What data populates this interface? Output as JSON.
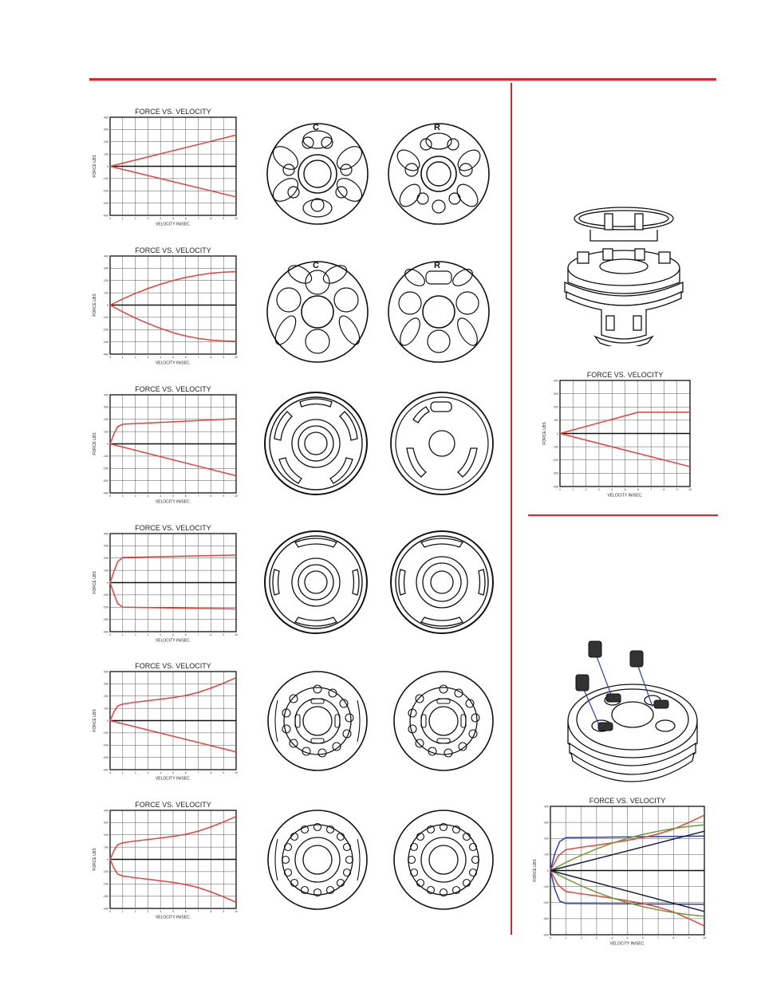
{
  "colors": {
    "accent": "#d8262d",
    "line": "#111111",
    "curve_red": "#e0443e",
    "curve_blue": "#2e3fb0",
    "curve_green": "#6f9a36",
    "curve_dark": "#1a1a3a"
  },
  "chart_data": [
    {
      "type": "line",
      "title": "FORCE  VS.  VELOCITY",
      "xlabel": "VELOCITY   IN/SEC.",
      "ylabel": "FORCE  LBS",
      "xlim": [
        0,
        10
      ],
      "ylim": [
        -400,
        400
      ],
      "xticks": [
        "0",
        "1",
        "2",
        "3",
        "4",
        "5",
        "6",
        "7",
        "8",
        "9",
        "10"
      ],
      "yticks": [
        "400",
        "300",
        "200",
        "100",
        "0",
        "-100",
        "-200",
        "-300",
        "-400"
      ],
      "grid": true,
      "series": [
        {
          "values_x": [
            0,
            10
          ],
          "values_y": [
            0,
            255
          ],
          "color": "red"
        },
        {
          "values_x": [
            0,
            10
          ],
          "values_y": [
            0,
            -250
          ],
          "color": "red"
        }
      ]
    },
    {
      "type": "line",
      "title": "FORCE  VS.  VELOCITY",
      "xlabel": "VELOCITY   IN/SEC.",
      "ylabel": "FORCE  LBS",
      "xlim": [
        0,
        10
      ],
      "ylim": [
        -400,
        400
      ],
      "xticks": [
        "0",
        "1",
        "2",
        "3",
        "4",
        "5",
        "6",
        "7",
        "8",
        "9",
        "10"
      ],
      "yticks": [
        "400",
        "300",
        "200",
        "100",
        "0",
        "-100",
        "-200",
        "-300",
        "-400"
      ],
      "grid": true,
      "series": [
        {
          "values_x": [
            0,
            1,
            2,
            3,
            4,
            5,
            6,
            7,
            8,
            9,
            10
          ],
          "values_y": [
            0,
            50,
            95,
            135,
            170,
            200,
            225,
            245,
            260,
            268,
            272
          ],
          "color": "red"
        },
        {
          "values_x": [
            0,
            1,
            2,
            3,
            4,
            5,
            6,
            7,
            8,
            9,
            10
          ],
          "values_y": [
            0,
            -55,
            -105,
            -150,
            -190,
            -225,
            -252,
            -272,
            -285,
            -292,
            -295
          ],
          "color": "red"
        }
      ]
    },
    {
      "type": "line",
      "title": "FORCE  VS.  VELOCITY",
      "xlabel": "VELOCITY   IN/SEC.",
      "ylabel": "FORCE  LBS",
      "xlim": [
        0,
        10
      ],
      "ylim": [
        -400,
        400
      ],
      "xticks": [
        "0",
        "1",
        "2",
        "3",
        "4",
        "5",
        "6",
        "7",
        "8",
        "9",
        "10"
      ],
      "yticks": [
        "400",
        "300",
        "200",
        "100",
        "0",
        "-100",
        "-200",
        "-300",
        "-400"
      ],
      "grid": true,
      "series": [
        {
          "values_x": [
            0,
            0.3,
            0.6,
            1,
            10
          ],
          "values_y": [
            0,
            80,
            140,
            160,
            205
          ],
          "color": "red"
        },
        {
          "values_x": [
            0,
            10
          ],
          "values_y": [
            0,
            -260
          ],
          "color": "red"
        }
      ]
    },
    {
      "type": "line",
      "title": "FORCE  VS.  VELOCITY",
      "xlabel": "VELOCITY   IN/SEC.",
      "ylabel": "FORCE  LBS",
      "xlim": [
        0,
        10
      ],
      "ylim": [
        -400,
        400
      ],
      "xticks": [
        "0",
        "1",
        "2",
        "3",
        "4",
        "5",
        "6",
        "7",
        "8",
        "9",
        "10"
      ],
      "yticks": [
        "400",
        "300",
        "200",
        "100",
        "0",
        "-100",
        "-200",
        "-300",
        "-400"
      ],
      "grid": true,
      "series": [
        {
          "values_x": [
            0,
            0.3,
            0.6,
            1,
            10
          ],
          "values_y": [
            0,
            90,
            170,
            205,
            225
          ],
          "color": "red"
        },
        {
          "values_x": [
            0,
            0.3,
            0.6,
            1,
            10
          ],
          "values_y": [
            0,
            -90,
            -170,
            -200,
            -215
          ],
          "color": "red"
        }
      ]
    },
    {
      "type": "line",
      "title": "FORCE  VS.  VELOCITY",
      "xlabel": "VELOCITY   IN/SEC.",
      "ylabel": "FORCE  LBS",
      "xlim": [
        0,
        10
      ],
      "ylim": [
        -400,
        400
      ],
      "xticks": [
        "0",
        "1",
        "2",
        "3",
        "4",
        "5",
        "6",
        "7",
        "8",
        "9",
        "10"
      ],
      "yticks": [
        "400",
        "300",
        "200",
        "100",
        "0",
        "-100",
        "-200",
        "-300",
        "-400"
      ],
      "grid": true,
      "series": [
        {
          "values_x": [
            0,
            0.3,
            0.6,
            1,
            2,
            3,
            4,
            5,
            6,
            7,
            8,
            9,
            10
          ],
          "values_y": [
            0,
            70,
            120,
            135,
            150,
            162,
            175,
            188,
            205,
            230,
            265,
            305,
            350
          ],
          "color": "red"
        },
        {
          "values_x": [
            0,
            10
          ],
          "values_y": [
            0,
            -255
          ],
          "color": "red"
        }
      ]
    },
    {
      "type": "line",
      "title": "FORCE  VS.  VELOCITY",
      "xlabel": "VELOCITY   IN/SEC.",
      "ylabel": "FORCE  LBS",
      "xlim": [
        0,
        10
      ],
      "ylim": [
        -400,
        400
      ],
      "xticks": [
        "0",
        "1",
        "2",
        "3",
        "4",
        "5",
        "6",
        "7",
        "8",
        "9",
        "10"
      ],
      "yticks": [
        "400",
        "300",
        "200",
        "100",
        "0",
        "-100",
        "-200",
        "-300",
        "-400"
      ],
      "grid": true,
      "series": [
        {
          "values_x": [
            0,
            0.3,
            0.6,
            1,
            2,
            3,
            4,
            5,
            6,
            7,
            8,
            9,
            10
          ],
          "values_y": [
            0,
            70,
            120,
            135,
            150,
            162,
            175,
            188,
            205,
            230,
            265,
            305,
            350
          ],
          "color": "red"
        },
        {
          "values_x": [
            0,
            0.3,
            0.6,
            1,
            2,
            3,
            4,
            5,
            6,
            7,
            8,
            9,
            10
          ],
          "values_y": [
            0,
            -70,
            -120,
            -135,
            -150,
            -162,
            -175,
            -188,
            -205,
            -230,
            -265,
            -305,
            -350
          ],
          "color": "red"
        }
      ]
    },
    {
      "type": "line",
      "title": "FORCE  VS.  VELOCITY",
      "xlabel": "VELOCITY   IN/SEC.",
      "ylabel": "FORCE  LBS",
      "xlim": [
        0,
        10
      ],
      "ylim": [
        -400,
        400
      ],
      "xticks": [
        "0",
        "1",
        "2",
        "3",
        "4",
        "5",
        "6",
        "7",
        "8",
        "9",
        "10"
      ],
      "yticks": [
        "400",
        "300",
        "200",
        "100",
        "0",
        "-100",
        "-200",
        "-300",
        "-400"
      ],
      "grid": true,
      "series": [
        {
          "values_x": [
            0,
            6,
            10
          ],
          "values_y": [
            0,
            160,
            160
          ],
          "color": "red"
        },
        {
          "values_x": [
            0,
            10
          ],
          "values_y": [
            0,
            -250
          ],
          "color": "red"
        }
      ]
    },
    {
      "type": "line",
      "title": "FORCE  VS.  VELOCITY",
      "xlabel": "VELOCITY   IN/SEC.",
      "ylabel": "FORCE  LBS",
      "xlim": [
        0,
        10
      ],
      "ylim": [
        -400,
        400
      ],
      "xticks": [
        "0",
        "1",
        "2",
        "3",
        "4",
        "5",
        "6",
        "7",
        "8",
        "9",
        "10"
      ],
      "yticks": [
        "400",
        "300",
        "200",
        "100",
        "0",
        "-100",
        "-200",
        "-300",
        "-400"
      ],
      "grid": true,
      "series": [
        {
          "values_x": [
            0,
            0.3,
            0.6,
            1,
            10
          ],
          "values_y": [
            0,
            110,
            180,
            205,
            215
          ],
          "color": "blue"
        },
        {
          "values_x": [
            0,
            0.3,
            0.6,
            1,
            10
          ],
          "values_y": [
            0,
            -120,
            -190,
            -205,
            -210
          ],
          "color": "blue"
        },
        {
          "values_x": [
            0,
            0.5,
            1,
            2,
            3,
            4,
            5,
            6,
            7,
            8,
            9,
            10
          ],
          "values_y": [
            0,
            90,
            130,
            145,
            158,
            172,
            188,
            205,
            228,
            258,
            300,
            345
          ],
          "color": "red"
        },
        {
          "values_x": [
            0,
            0.5,
            1,
            2,
            3,
            4,
            5,
            6,
            7,
            8,
            9,
            10
          ],
          "values_y": [
            0,
            -90,
            -130,
            -145,
            -158,
            -172,
            -188,
            -205,
            -228,
            -258,
            -300,
            -345
          ],
          "color": "red"
        },
        {
          "values_x": [
            0,
            1,
            2,
            3,
            4,
            5,
            6,
            7,
            8,
            9,
            10
          ],
          "values_y": [
            0,
            50,
            95,
            135,
            170,
            200,
            225,
            245,
            262,
            275,
            285
          ],
          "color": "green"
        },
        {
          "values_x": [
            0,
            1,
            2,
            3,
            4,
            5,
            6,
            7,
            8,
            9,
            10
          ],
          "values_y": [
            0,
            -50,
            -95,
            -135,
            -170,
            -200,
            -225,
            -245,
            -262,
            -275,
            -285
          ],
          "color": "green"
        },
        {
          "values_x": [
            0,
            10
          ],
          "values_y": [
            0,
            245
          ],
          "color": "dark"
        },
        {
          "values_x": [
            0,
            10
          ],
          "values_y": [
            0,
            -255
          ],
          "color": "dark"
        }
      ]
    }
  ],
  "valves": [
    {
      "label_left": "C",
      "label_right": "R"
    },
    {
      "label_left": "C",
      "label_right": "R"
    }
  ]
}
